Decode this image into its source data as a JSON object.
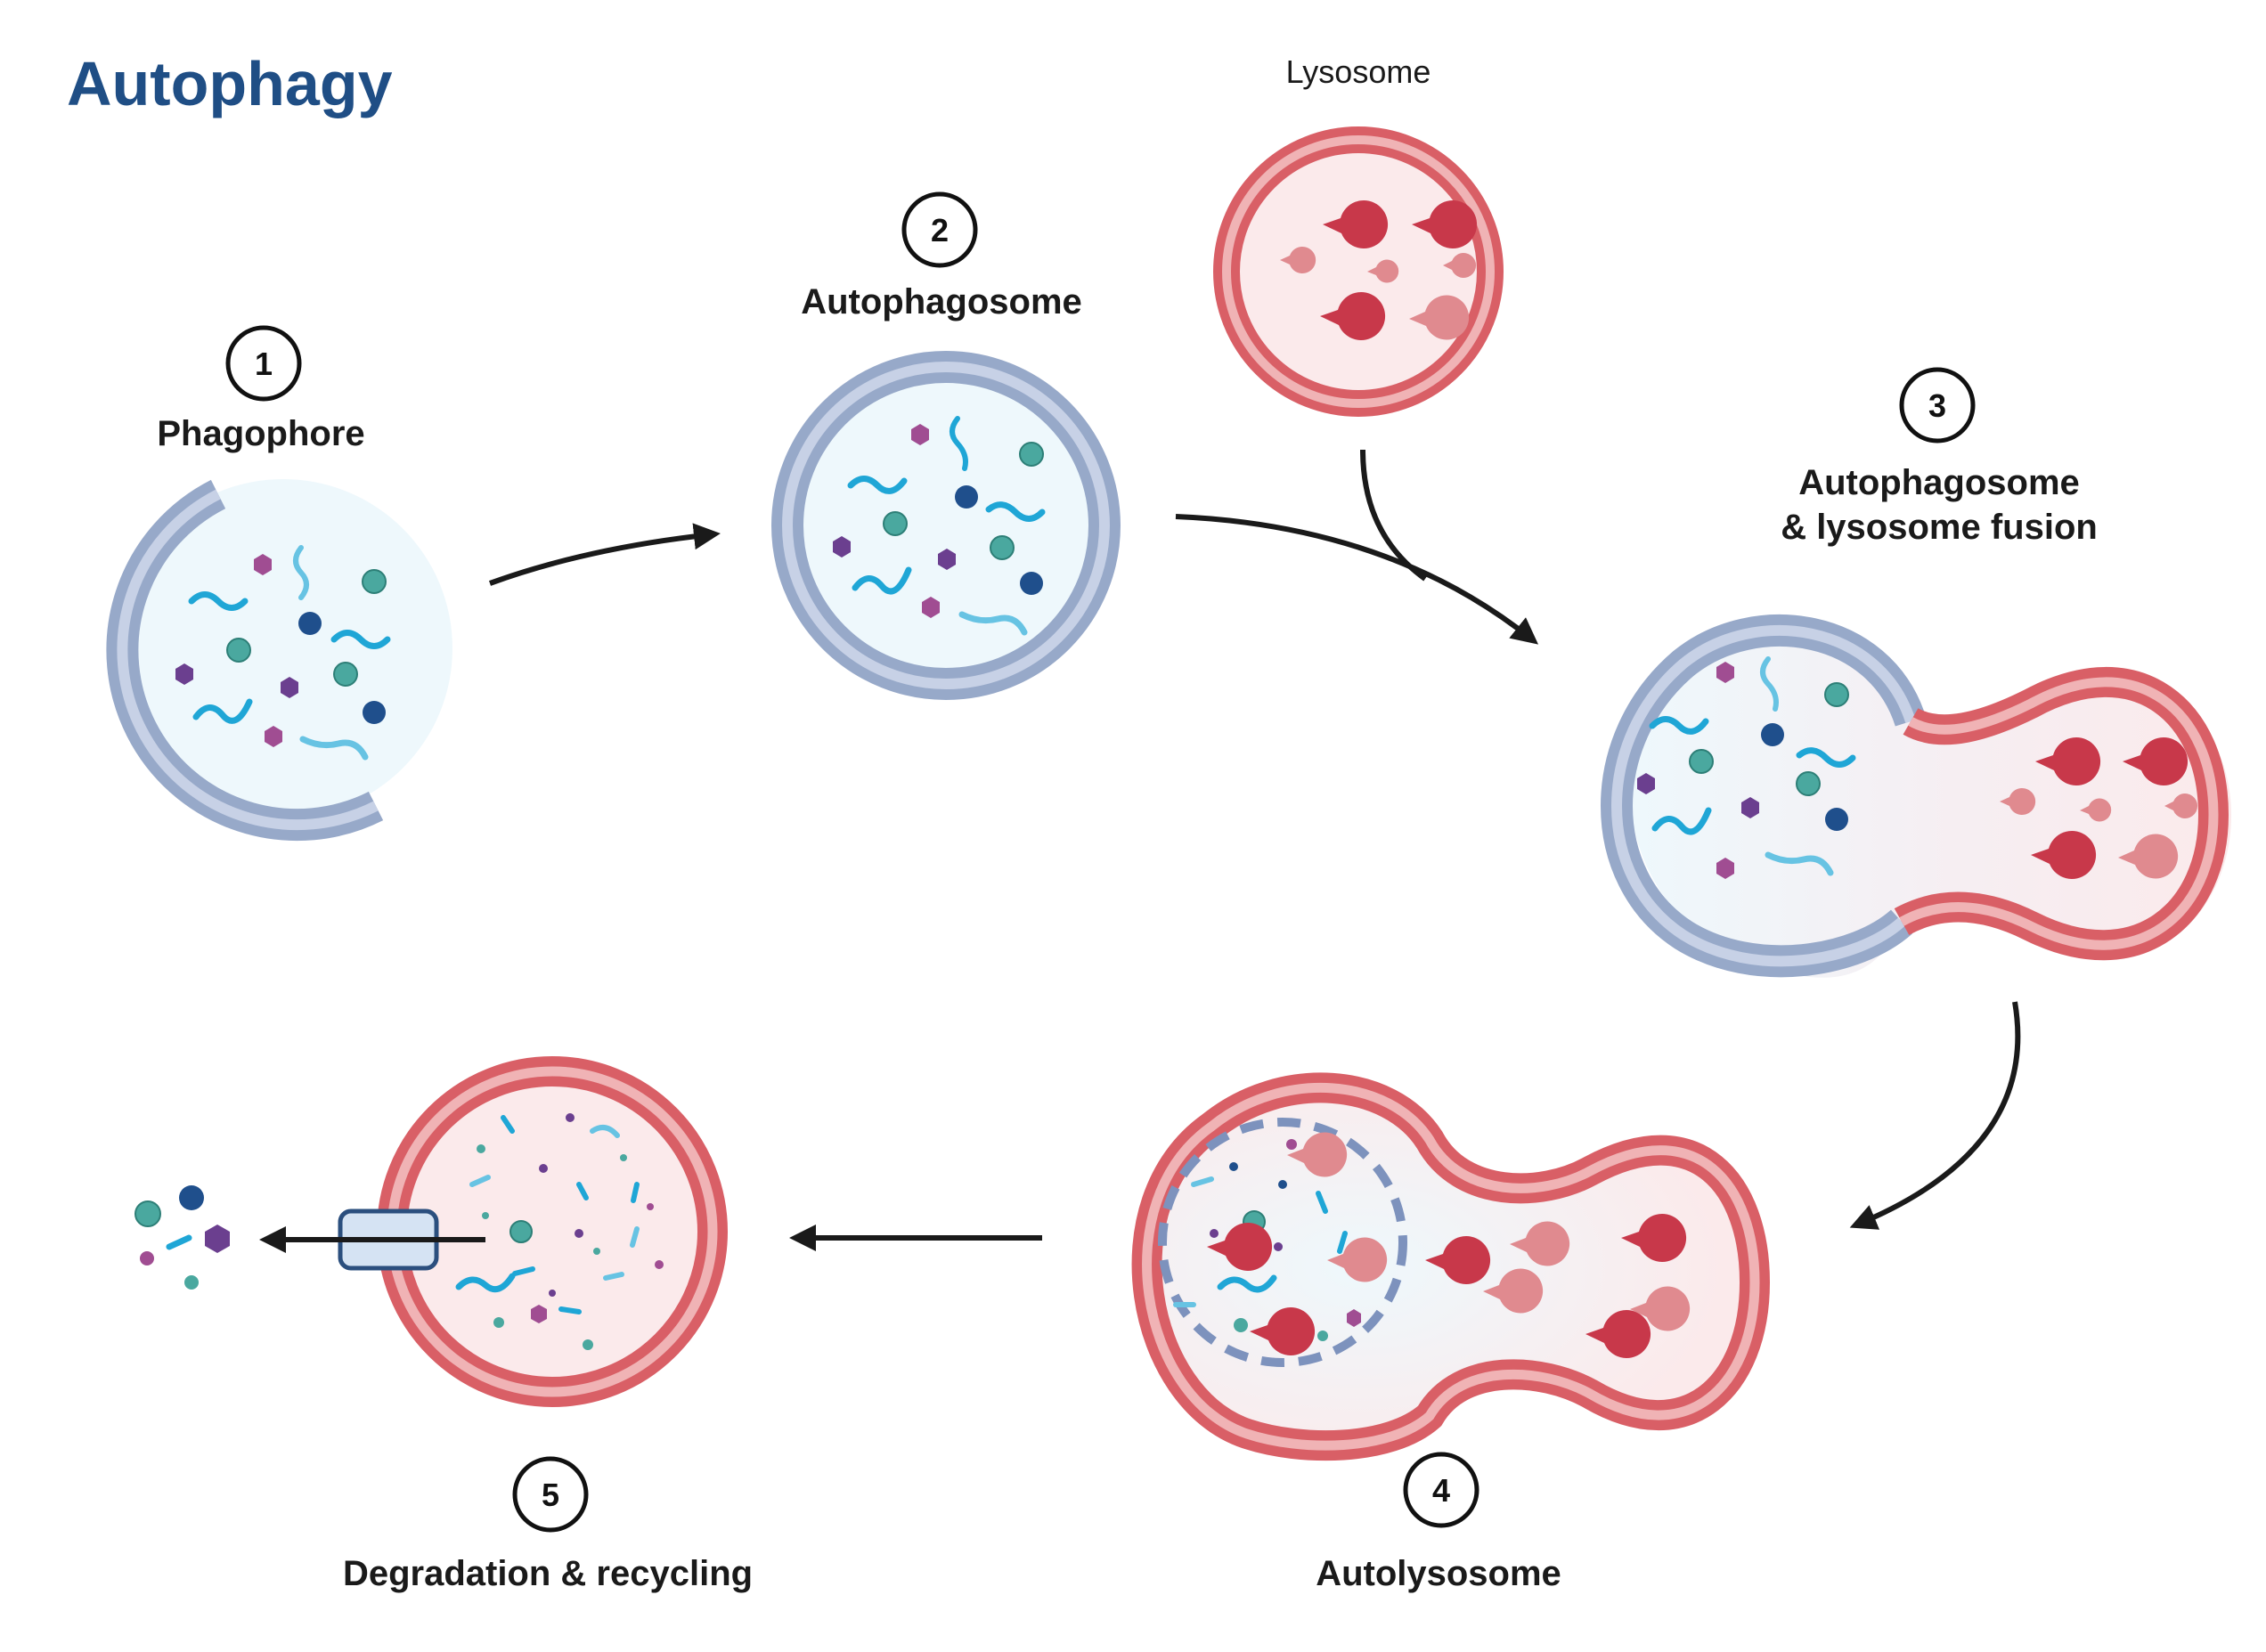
{
  "title": "Autophagy",
  "steps": [
    {
      "number": "1",
      "label": "Phagophore"
    },
    {
      "number": "2",
      "label": "Autophagosome"
    },
    {
      "number": "3",
      "label_line1": "Autophagosome",
      "label_line2": "& lysosome fusion"
    },
    {
      "number": "4",
      "label": "Autolysosome"
    },
    {
      "number": "5",
      "label": "Degradation & recycling"
    }
  ],
  "lysosome_label": "Lysosome",
  "colors": {
    "title": "#1f4e85",
    "membrane_blue": "#97a9c9",
    "membrane_blue_inner": "#c7d1e6",
    "membrane_red": "#d95f66",
    "membrane_red_inner": "#f0b3b5",
    "lumen_blue": "#eef8fc",
    "lumen_red": "#fbeaeb",
    "enzyme_dark": "#c8384a",
    "enzyme_light": "#e08a8f",
    "cargo_teal": "#4aa89f",
    "cargo_navy": "#1f4f8c",
    "cargo_purple": "#6b3f8f",
    "cargo_magenta": "#a04d92",
    "cargo_wave": "#1fa6d6"
  }
}
